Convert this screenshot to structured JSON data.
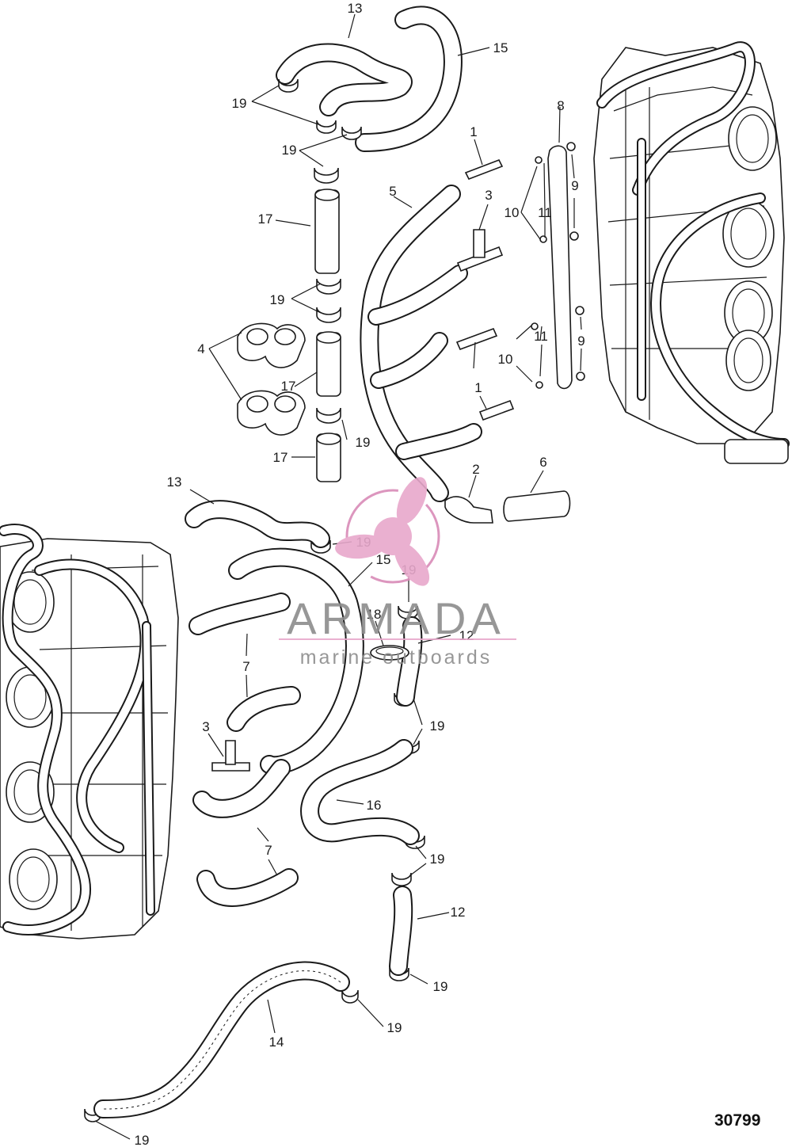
{
  "diagram": {
    "reference_number": "30799",
    "callouts": {
      "c1a": "1",
      "c1b": "1",
      "c2": "2",
      "c3a": "3",
      "c3b": "3",
      "c4": "4",
      "c5": "5",
      "c6": "6",
      "c7a": "7",
      "c7b": "7",
      "c8": "8",
      "c9a": "9",
      "c9b": "9",
      "c10a": "10",
      "c10b": "10",
      "c11a": "11",
      "c11b": "11",
      "c12a": "12",
      "c12b": "12",
      "c13a": "13",
      "c13b": "13",
      "c14": "14",
      "c15a": "15",
      "c15b": "15",
      "c16": "16",
      "c17a": "17",
      "c17b": "17",
      "c17c": "17",
      "c18": "18",
      "c19a": "19",
      "c19b": "19",
      "c19c": "19",
      "c19d": "19",
      "c19e": "19",
      "c19f": "19",
      "c19g": "19",
      "c19h": "19",
      "c19i": "19",
      "c19j": "19",
      "c19k": "19"
    }
  },
  "watermark": {
    "brand": "ARMADA",
    "tagline": "marine outboards",
    "colors": {
      "logo": "#e8a8cc",
      "logo_ring": "#d98bb8",
      "text": "#8c8c8c"
    }
  }
}
